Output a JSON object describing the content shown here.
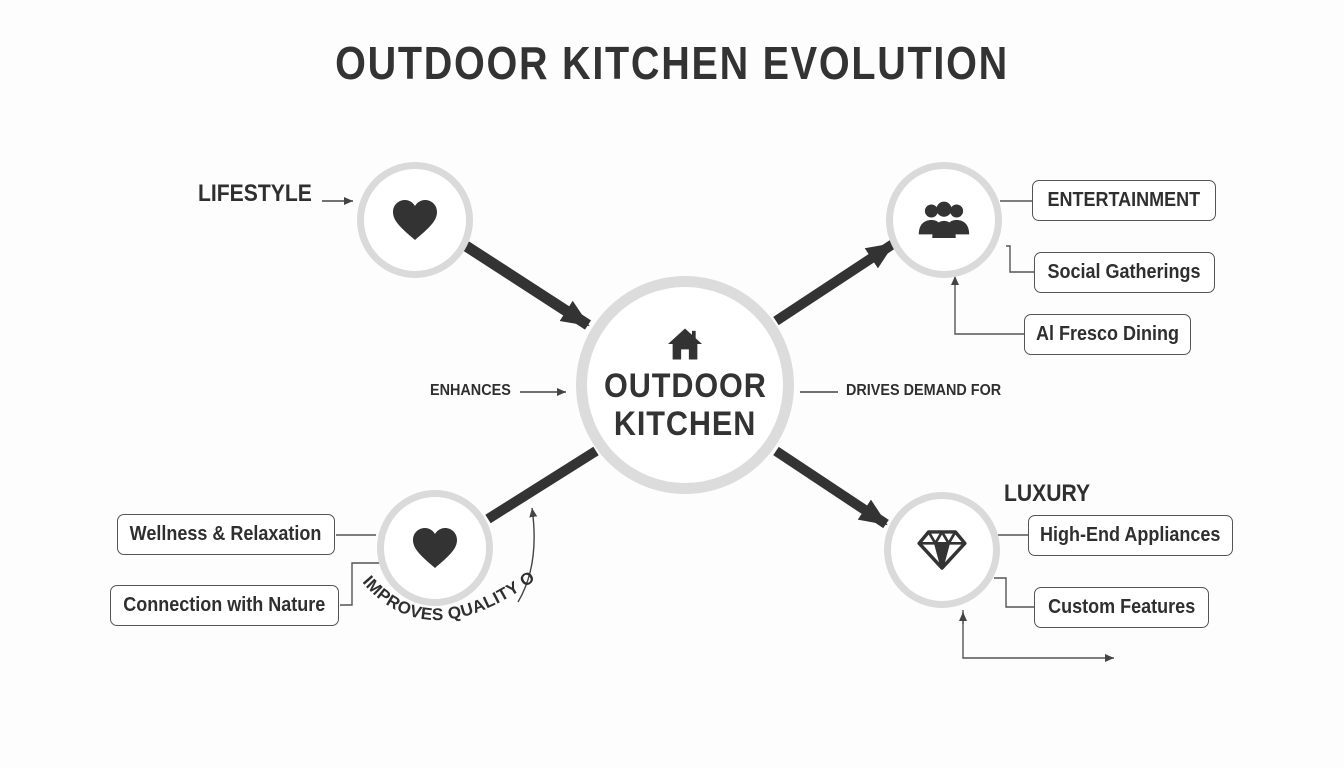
{
  "title": "OUTDOOR KITCHEN EVOLUTION",
  "center": {
    "line1": "OUTDOOR",
    "line2": "KITCHEN",
    "icon": "house-icon"
  },
  "labels": {
    "lifestyle": "LIFESTYLE",
    "enhances": "ENHANCES",
    "drives_demand": "DRIVES DEMAND FOR",
    "luxury": "LUXURY",
    "improves": "IMPROVES QUALITY OF LIFE"
  },
  "boxes": {
    "entertainment": "ENTERTAINMENT",
    "social": "Social Gatherings",
    "alfresco": "Al Fresco Dining",
    "wellness": "Wellness & Relaxation",
    "nature": "Connection with Nature",
    "appliances": "High-End Appliances",
    "custom": "Custom Features"
  },
  "icons": {
    "lifestyle": "heart-icon",
    "wellbeing": "heart-icon",
    "entertainment": "people-group-icon",
    "luxury": "diamond-icon"
  },
  "colors": {
    "arrow": "#333333",
    "ring": "#dadada",
    "text": "#2f2f2f"
  }
}
